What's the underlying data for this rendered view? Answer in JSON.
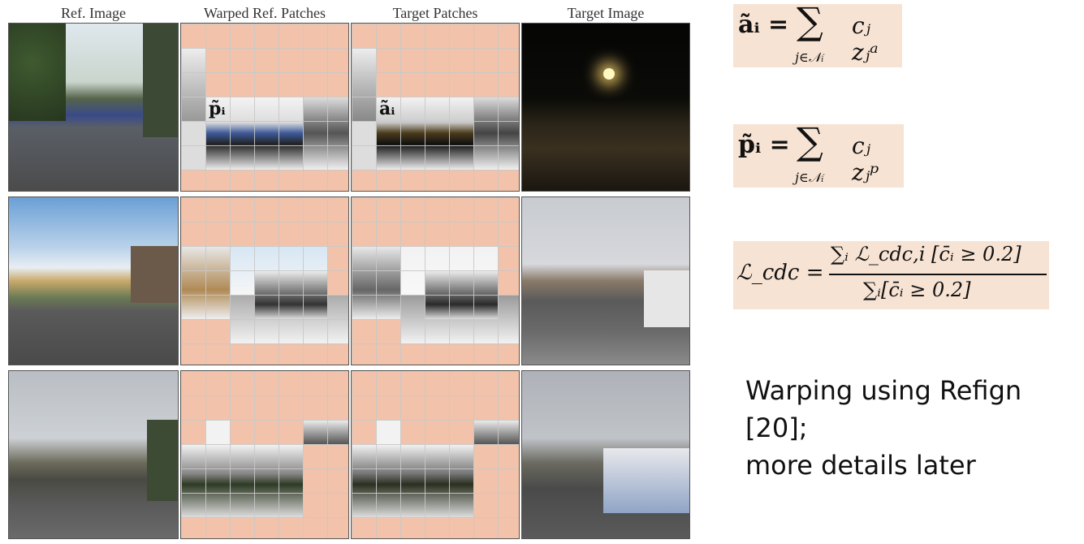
{
  "columns": [
    "Ref. Image",
    "Warped Ref. Patches",
    "Target Patches",
    "Target Image"
  ],
  "symbols": {
    "p_label": "p̃ᵢ",
    "a_label": "ãᵢ"
  },
  "equations": {
    "a": {
      "lhs": "ãᵢ =",
      "sum": "∑",
      "sub": "j∈𝒩ᵢ",
      "term": "cⱼ zⱼᵃ"
    },
    "p": {
      "lhs": "p̃ᵢ =",
      "sum": "∑",
      "sub": "j∈𝒩ᵢ",
      "term": "cⱼ zⱼᵖ"
    },
    "l": {
      "lhs": "ℒ_cdc =",
      "num": "∑ᵢ ℒ_cdc,i [c̄ᵢ ≥ 0.2]",
      "den": "∑ᵢ[c̄ᵢ ≥ 0.2]"
    }
  },
  "note_lines": [
    "Warping using Refign [20];",
    "more details later"
  ],
  "colors": {
    "patch_mask": "#f2c3aa",
    "equation_bg": "#f7e3d3"
  }
}
